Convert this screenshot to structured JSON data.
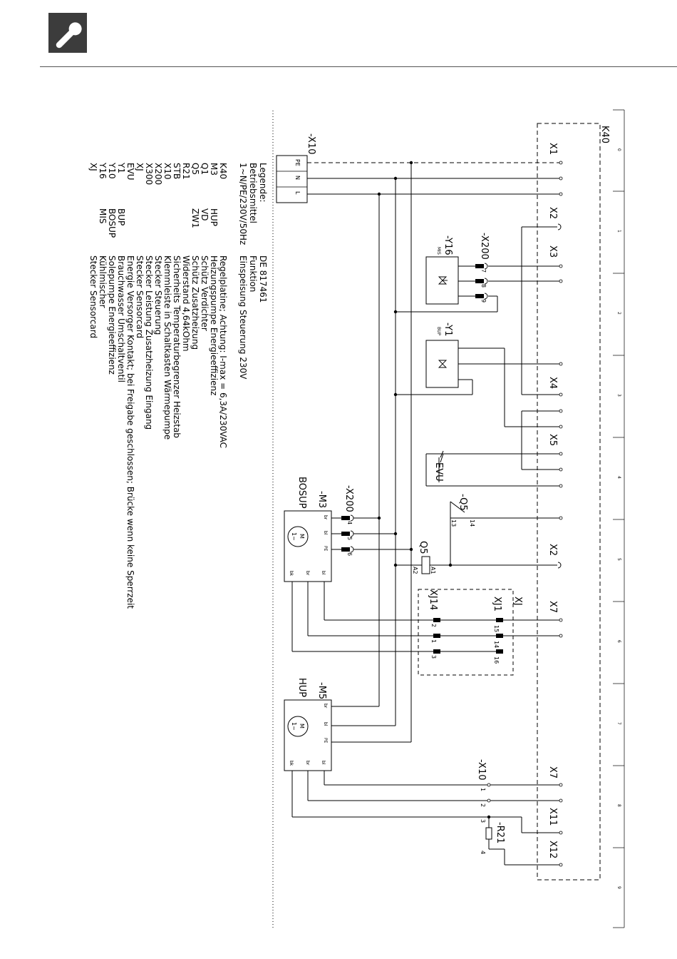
{
  "header": {
    "icon": "wrench-icon"
  },
  "diagram": {
    "k40": "K40",
    "x1": "X1",
    "x2": "X2",
    "x3": "X3",
    "x4": "X4",
    "x5": "X5",
    "x7": "X7",
    "x11": "X11",
    "x12": "X12",
    "x10": "-X10",
    "x200": "-X200",
    "y16": "-Y16",
    "mis": "MIS",
    "y1": "-Y1",
    "bup": "BUP",
    "evu": "EVU",
    "m3": "-M3",
    "bosup": "BOSUP",
    "m5": "-M5",
    "hup": "HUP",
    "q5": "-Q5",
    "q5coil": "Q5",
    "xj": "XJ",
    "xj1": "XJ1",
    "xj14": "XJ14",
    "r21": "-R21",
    "motor": "M",
    "motor_sub": "1~",
    "term": [
      "PE",
      "N",
      "L"
    ],
    "wire_br": "br",
    "wire_bl": "bl",
    "wire_pe": "PE",
    "wire_bk": "bk",
    "pins": {
      "p1": "1",
      "p2": "2",
      "p3": "3",
      "p4": "4",
      "p5": "5",
      "p6": "6",
      "p7": "7",
      "p8": "8",
      "p9": "9",
      "p13": "13",
      "p14": "14",
      "p15": "15",
      "p16": "16",
      "a1": "A1",
      "a2": "A2"
    },
    "scale": [
      "0",
      "1",
      "2",
      "3",
      "4",
      "5",
      "6",
      "7",
      "8",
      "9"
    ]
  },
  "legend": {
    "title": "Legende:",
    "subtitle": "Betriebsmittel",
    "supply": "1~N/PE/230V/50Hz",
    "doc": "DE 817461",
    "func": "Funktion",
    "supply_desc": "Einspeisung Steuerung 230V",
    "rows": [
      [
        "K40",
        "",
        "Regelplatine; Achtung: I-max = 6,3A/230VAC"
      ],
      [
        "M3",
        "HUP",
        "Heizungspumpe Energieeffizienz"
      ],
      [
        "Q1",
        "VD",
        "Schütz Verdichter"
      ],
      [
        "Q5",
        "ZW1",
        "Schütz Zusatzheizung"
      ],
      [
        "R21",
        "",
        "Widerstand 4,64kOhm"
      ],
      [
        "STB",
        "",
        "Sicherheits Temperaturbegrenzer Heizstab"
      ],
      [
        "X10",
        "",
        "Klemmleiste in Schaltkasten Wärmepumpe"
      ],
      [
        "X200",
        "",
        "Stecker Steuerung"
      ],
      [
        "X300",
        "",
        "Stecker Leistung Zusatzheizung Eingang"
      ],
      [
        "XJ",
        "",
        "Stecker Sensorcard"
      ],
      [
        "EVU",
        "",
        "Energie Versorger Kontakt; bei Freigabe geschlossen; Brücke wenn keine Sperrzeit"
      ],
      [
        "Y1",
        "BUP",
        "Brauchwasser Umschaltventil"
      ],
      [
        "Y10",
        "BOSUP",
        "Solepumpe Energieeffizienz"
      ],
      [
        "Y16",
        "MIS",
        "Kühlmischer"
      ],
      [
        "XJ",
        "",
        "Stecker Sensorcard"
      ]
    ]
  }
}
